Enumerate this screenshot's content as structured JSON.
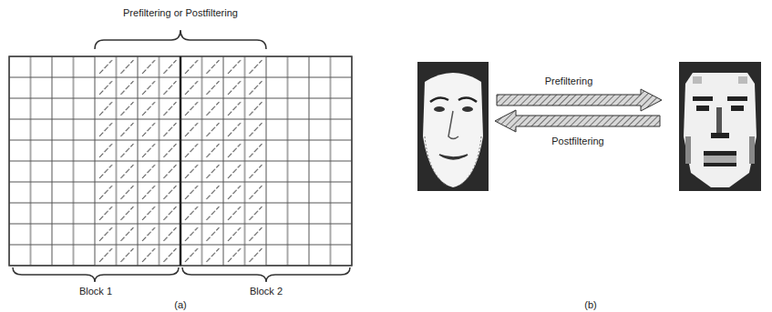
{
  "diagram": {
    "labels": [
      "Prefiltering or Postfiltering",
      "Block 1",
      "Block 2",
      "(a)",
      "Prefiltering",
      "Postfiltering",
      "(b)"
    ]
  }
}
